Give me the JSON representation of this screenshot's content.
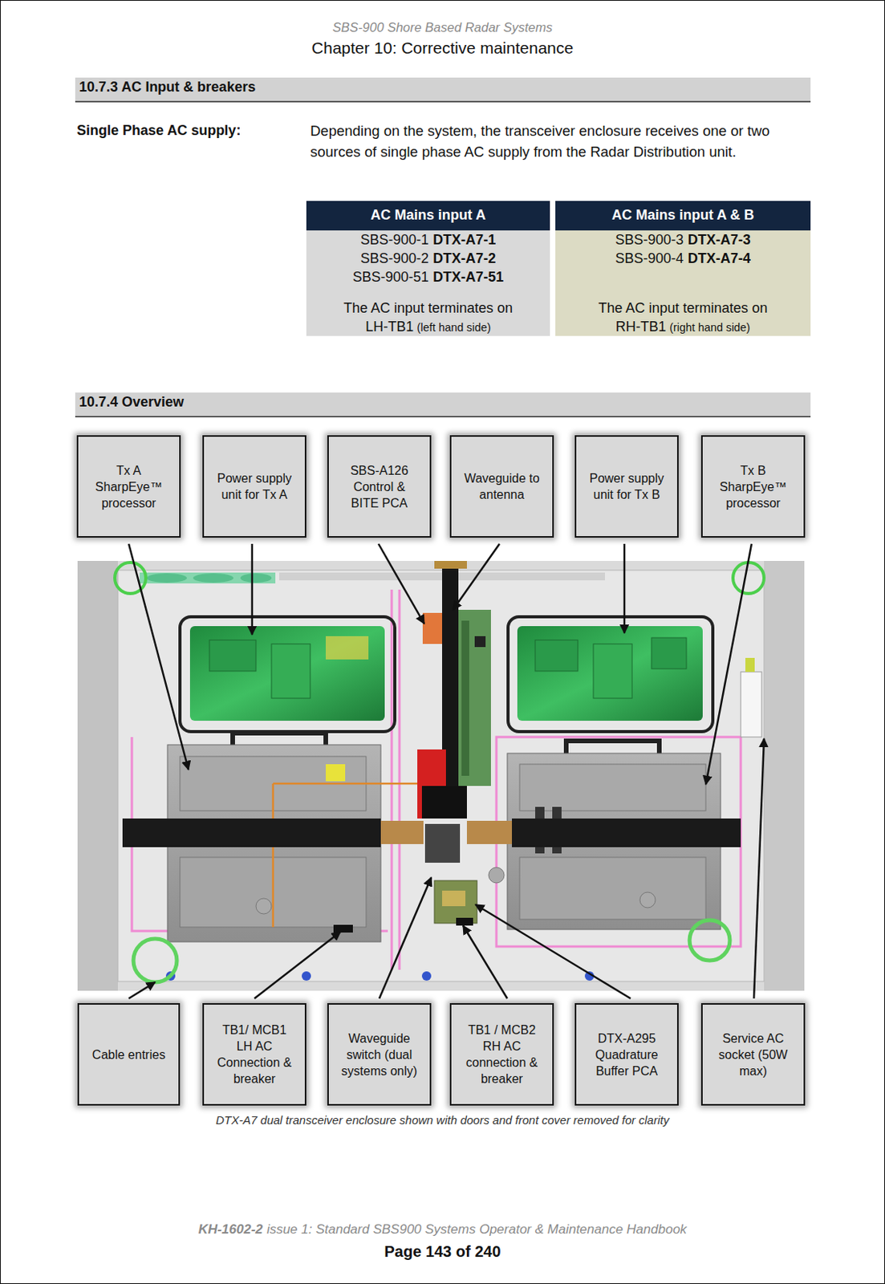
{
  "diagram": {
    "title": "Chapter 10: Corrective maintenance",
    "caption": "DTX-A7 dual transceiver enclosure shown with doors and front cover removed for clarity",
    "nodes": [
      {
        "text": [
          "Tx A SharpEye™ processor"
        ]
      },
      {
        "text": [
          "Power supply unit for Tx A"
        ]
      },
      {
        "text": [
          "SBS-A126 Control & BITE PCA"
        ]
      },
      {
        "text": [
          "Waveguide to antenna"
        ]
      },
      {
        "text": [
          "Power supply unit for Tx B"
        ]
      },
      {
        "text": [
          "Tx B SharpEye™ processor"
        ]
      },
      {
        "text": [
          "Cable entries"
        ]
      },
      {
        "text": [
          "TB1/ MCB1 LH AC Connection & breaker"
        ]
      },
      {
        "text": [
          "Waveguide switch (dual systems only)"
        ]
      },
      {
        "text": [
          "TB1 / MCB2 RH AC connection & breaker"
        ]
      },
      {
        "text": [
          "DTX-A295 Quadrature Buffer PCA"
        ]
      },
      {
        "text": [
          "Service AC socket (50W max)"
        ]
      }
    ],
    "labels": [
      "SBS-900 Shore Based Radar Systems",
      "10.7.3 AC Input & breakers",
      "Single Phase AC supply:",
      "Depending on the system, the transceiver enclosure receives one or two sources of single phase AC supply from the Radar Distribution unit.",
      "AC Mains input A",
      "AC Mains input A & B",
      "SBS-900-1",
      "DTX-A7-1",
      "SBS-900-2",
      "DTX-A7-2",
      "SBS-900-51",
      "DTX-A7-51",
      "SBS-900-3",
      "DTX-A7-3",
      "SBS-900-4",
      "DTX-A7-4",
      "The AC input terminates on",
      "LH-TB1",
      "(left hand side)",
      "The AC input terminates on",
      "RH-TB1",
      "(right hand side)",
      "10.7.4 Overview",
      "KH-1602-2",
      "issue 1: Standard SBS900 Systems Operator & Maintenance Handbook",
      "Page 143 of 240"
    ]
  }
}
